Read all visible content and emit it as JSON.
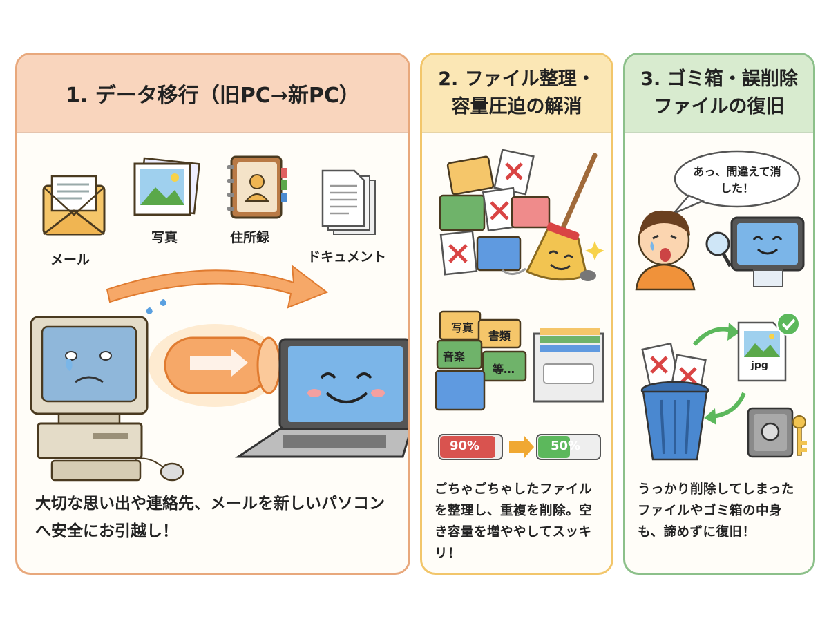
{
  "panel1": {
    "title": "1. データ移行（旧PC→新PC）",
    "labels": {
      "mail": "メール",
      "photo": "写真",
      "address": "住所録",
      "document": "ドキュメント"
    },
    "description": "大切な思い出や連絡先、メールを新しいパソコンへ安全にお引越し！"
  },
  "panel2": {
    "title_line1": "2. ファイル整理・",
    "title_line2": "容量圧迫の解消",
    "folders": {
      "photo": "写真",
      "docs": "書類",
      "music": "音楽",
      "etc": "等…"
    },
    "usage_before": "90%",
    "usage_after": "50%",
    "description": "ごちゃごちゃしたファイルを整理し、重複を削除。空き容量を増ややしてスッキリ！"
  },
  "panel3": {
    "title_line1": "3. ゴミ箱・誤削除",
    "title_line2": "ファイルの復旧",
    "speech": "あっ、間違えて消した！",
    "file_ext": "jpg",
    "description": "うっかり削除してしまったファイルやゴミ箱の中身も、諦めずに復旧！"
  },
  "colors": {
    "panel1_border": "#e8a87c",
    "panel1_header": "#f9d5bd",
    "panel2_border": "#f2c66b",
    "panel2_header": "#fbe7b5",
    "panel3_border": "#8cc08a",
    "panel3_header": "#d8ebcf",
    "bar_red": "#d9534f",
    "bar_green": "#5cb85c"
  }
}
